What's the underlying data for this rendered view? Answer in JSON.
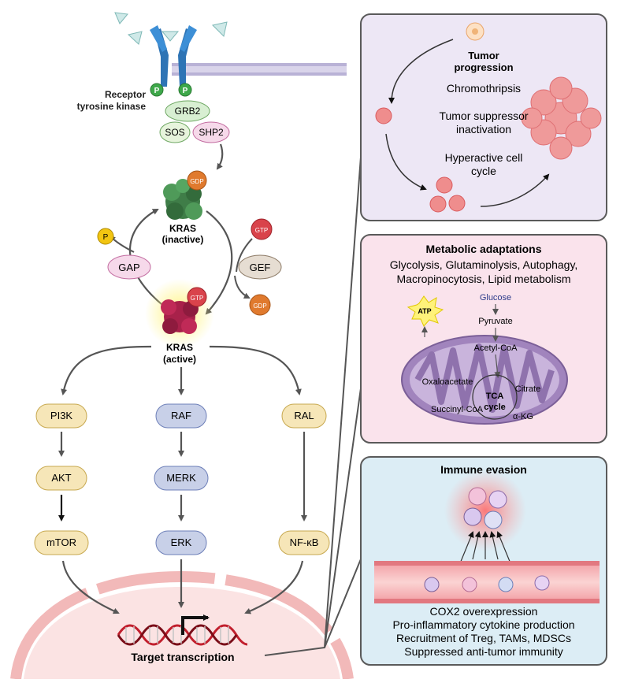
{
  "rtk": {
    "label1": "Receptor",
    "label2": "tyrosine kinase",
    "phos": "P"
  },
  "adaptors": {
    "grb2": "GRB2",
    "sos": "SOS",
    "shp2": "SHP2"
  },
  "kras_inactive": {
    "nucleotide": "GDP",
    "label1": "KRAS",
    "label2": "(inactive)"
  },
  "kras_active": {
    "nucleotide": "GTP",
    "label1": "KRAS",
    "label2": "(active)"
  },
  "cycle": {
    "phosphate": "P",
    "gap": "GAP",
    "gef": "GEF",
    "gtp_in": "GTP",
    "gdp_out": "GDP"
  },
  "pathways": {
    "pi3k": [
      "PI3K",
      "AKT",
      "mTOR"
    ],
    "raf": [
      "RAF",
      "MERK",
      "ERK"
    ],
    "ral": [
      "RAL",
      "NF-κB"
    ]
  },
  "transcription": "Target transcription",
  "tumor": {
    "title1": "Tumor",
    "title2": "progression",
    "items": [
      "Chromothripsis",
      "Tumor suppressor",
      "inactivation",
      "Hyperactive cell",
      "cycle"
    ]
  },
  "metabolic": {
    "title": "Metabolic adaptations",
    "line1": "Glycolysis, Glutaminolysis, Autophagy,",
    "line2": "Macropinocytosis, Lipid metabolism",
    "atp": "ATP",
    "glucose": "Glucose",
    "pyruvate": "Pyruvate",
    "acetyl": "Acetyl-CoA",
    "oxaloacetate": "Oxaloacetate",
    "citrate": "Citrate",
    "tca1": "TCA",
    "tca2": "cycle",
    "succinyl": "Succinyl-CoA",
    "akg": "α-KG"
  },
  "immune": {
    "title": "Immune evasion",
    "items": [
      "COX2 overexpression",
      "Pro-inflammatory cytokine production",
      "Recruitment of Treg, TAMs, MDSCs",
      "Suppressed anti-tumor immunity"
    ]
  },
  "colors": {
    "tumor_bg": "#ede7f5",
    "metabolic_bg": "#fae3ec",
    "immune_bg": "#dcedf5",
    "panel_border": "#5a5a5a",
    "kras_inactive": "#3f7d48",
    "kras_active": "#a8214a",
    "yellow_node": "#f6e6b8",
    "blue_node": "#c8d0e8"
  }
}
